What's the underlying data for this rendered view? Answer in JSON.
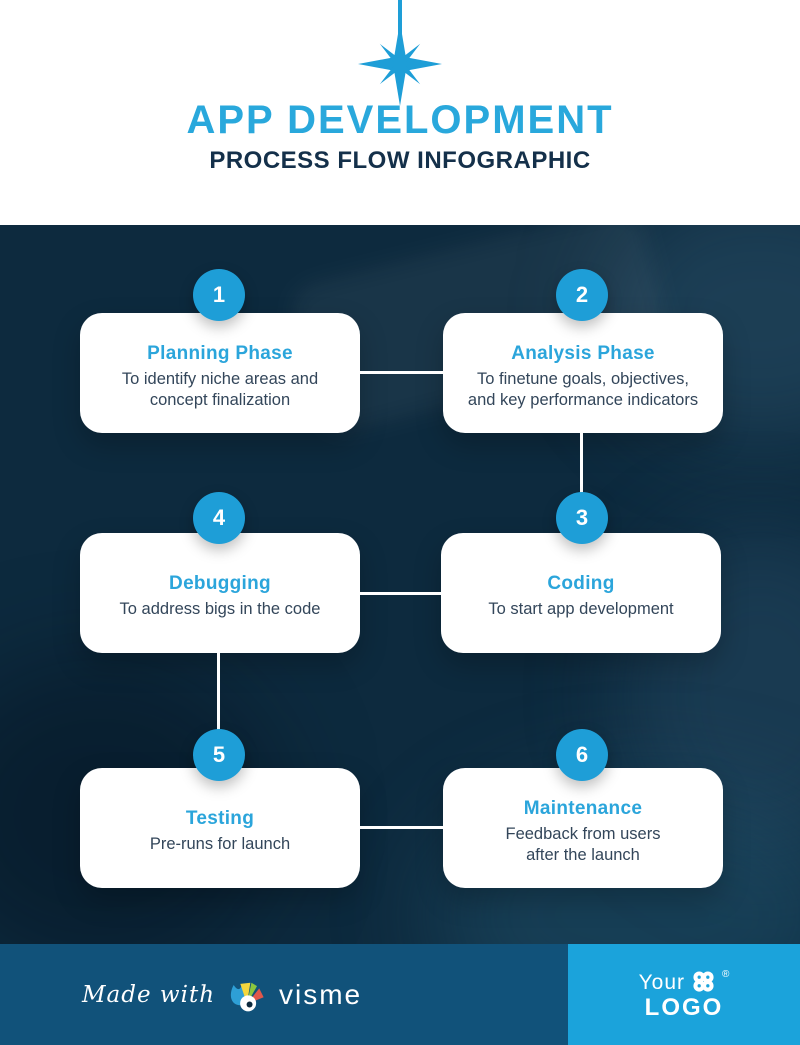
{
  "header": {
    "title": "APP DEVELOPMENT",
    "subtitle": "PROCESS FLOW INFOGRAPHIC",
    "decoration_icon": "sparkle-icon"
  },
  "flow": {
    "steps": [
      {
        "number": "1",
        "title": "Planning Phase",
        "description": "To identify niche areas and\nconcept finalization"
      },
      {
        "number": "2",
        "title": "Analysis Phase",
        "description": "To finetune goals, objectives,\nand key performance indicators"
      },
      {
        "number": "4",
        "title": "Debugging",
        "description": "To address bigs in the code"
      },
      {
        "number": "3",
        "title": "Coding",
        "description": "To start app development"
      },
      {
        "number": "5",
        "title": "Testing",
        "description": "Pre-runs for launch"
      },
      {
        "number": "6",
        "title": "Maintenance",
        "description": "Feedback from users\nafter the launch"
      }
    ]
  },
  "footer": {
    "made_with_label": "Made with",
    "brand_name": "visme",
    "brand_icon": "visme-chameleon-icon",
    "logo_placeholder": {
      "line1": "Your",
      "line2": "LOGO",
      "registered": "®",
      "icon": "clover-logo-icon"
    }
  },
  "colors": {
    "title_blue": "#29A8DC",
    "badge_blue": "#1E9ED7",
    "card_title_blue": "#2BA5DB",
    "subtitle_navy": "#14304A",
    "card_text": "#33465A",
    "dark_background": "#0D2A3E",
    "footer_bar": "#11527A",
    "logo_box_blue": "#1BA3DB",
    "card_white": "#FFFFFF"
  }
}
